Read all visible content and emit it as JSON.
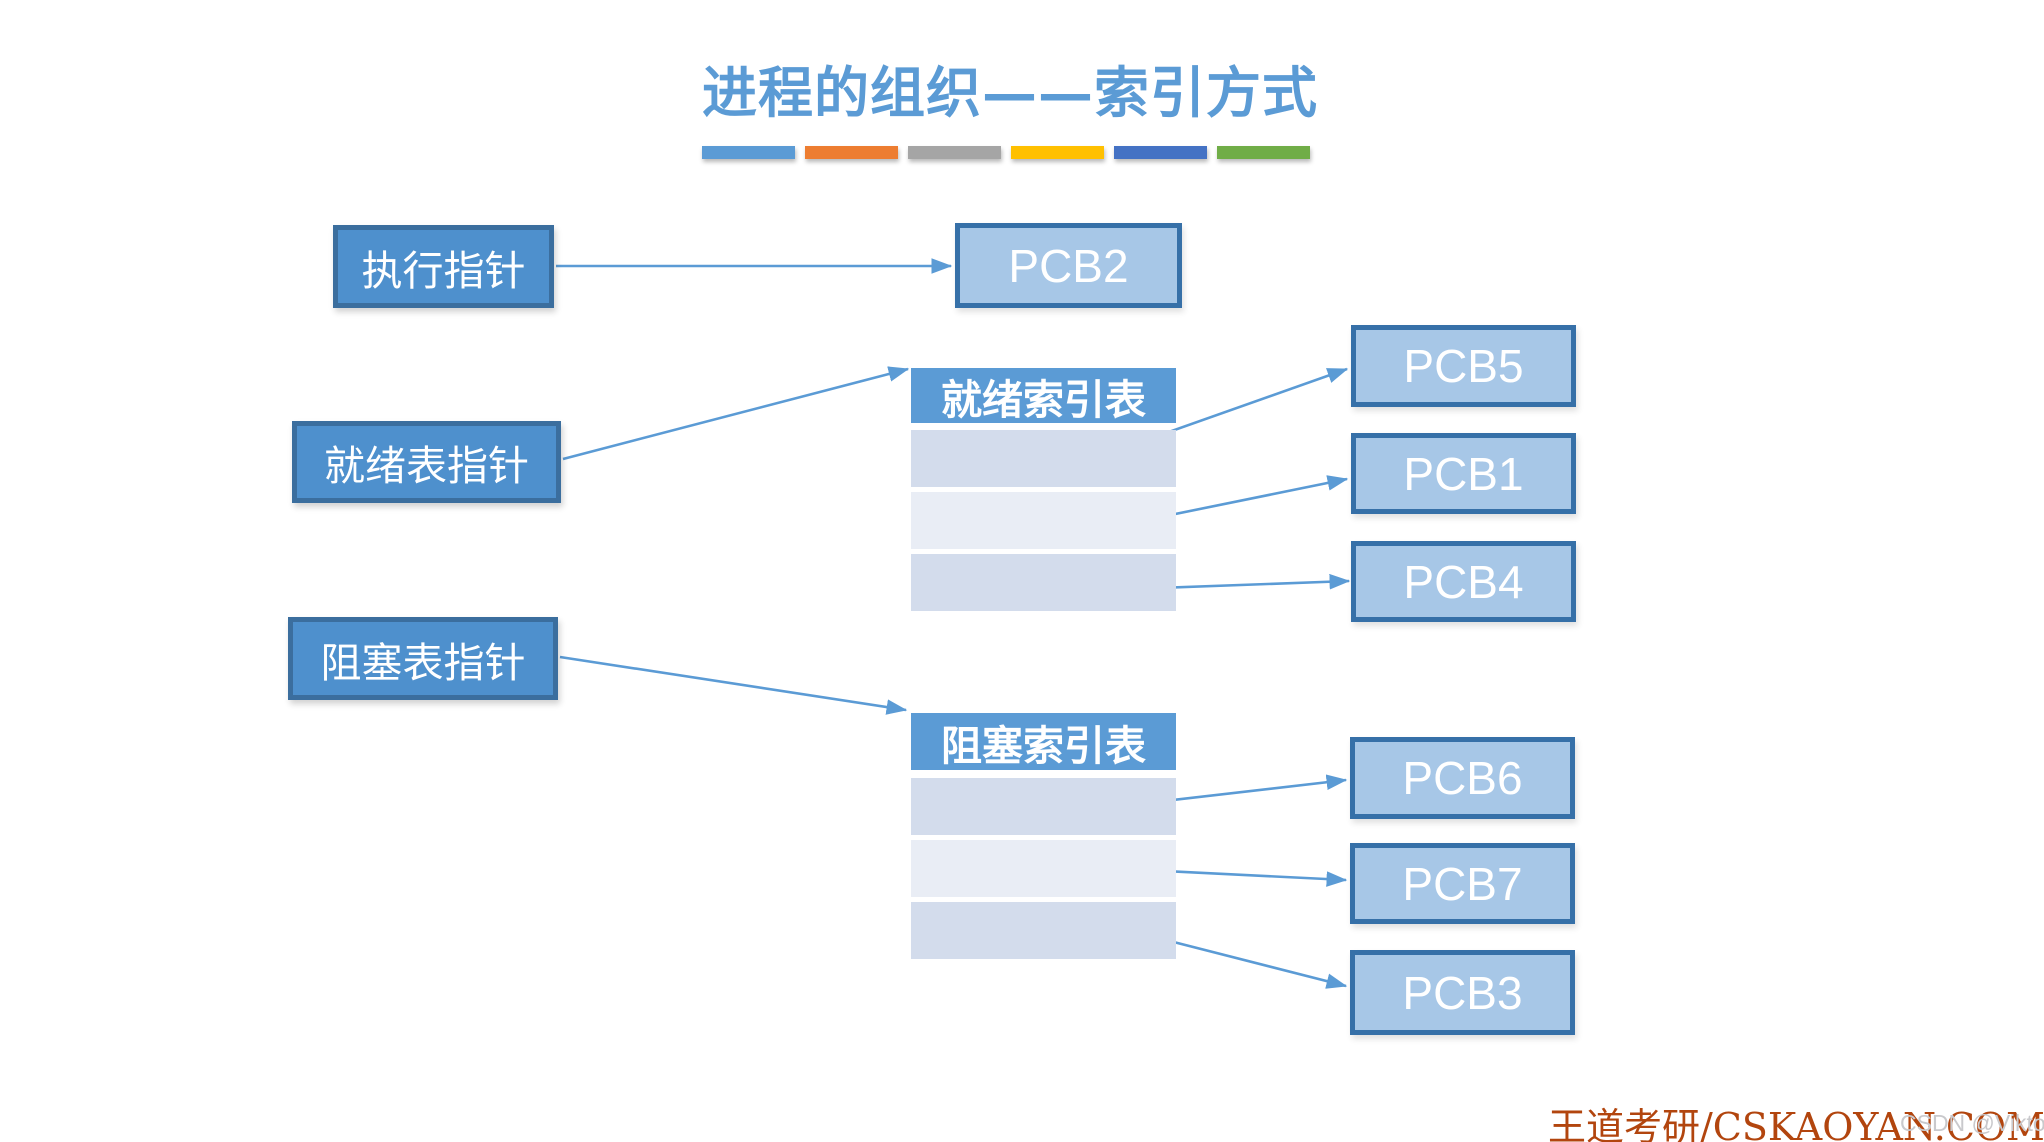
{
  "title": {
    "text": "进程的组织——索引方式"
  },
  "accent_bars": [
    "#5B9BD5",
    "#ED7D31",
    "#A5A5A5",
    "#FFC000",
    "#4472C4",
    "#70AD47"
  ],
  "pointers": {
    "exec": "执行指针",
    "ready": "就绪表指针",
    "blocked": "阻塞表指针"
  },
  "tables": {
    "ready": {
      "title": "就绪索引表",
      "row_count": 3
    },
    "blocked": {
      "title": "阻塞索引表",
      "row_count": 3
    }
  },
  "pcb": {
    "exec_target": "PCB2",
    "ready_targets": [
      "PCB5",
      "PCB1",
      "PCB4"
    ],
    "blocked_targets": [
      "PCB6",
      "PCB7",
      "PCB3"
    ]
  },
  "watermark": {
    "brand": "王道考研/CSKAOYAN.COM",
    "overlay": "CSDN @Viktoriae"
  },
  "colors": {
    "title_color": "#5B9BD5",
    "pointer_fill": "#4E90CD",
    "pointer_border": "#3B6E9E",
    "pcb_fill": "#A7C7E7",
    "pcb_border": "#3670A8",
    "header_fill": "#5B9BD5",
    "row_dark": "#D3DCEC",
    "row_light": "#E9EDF5",
    "arrow": "#5B9BD5",
    "watermark_color": "#B2450E",
    "csdn_color": "#C9C9CC"
  }
}
